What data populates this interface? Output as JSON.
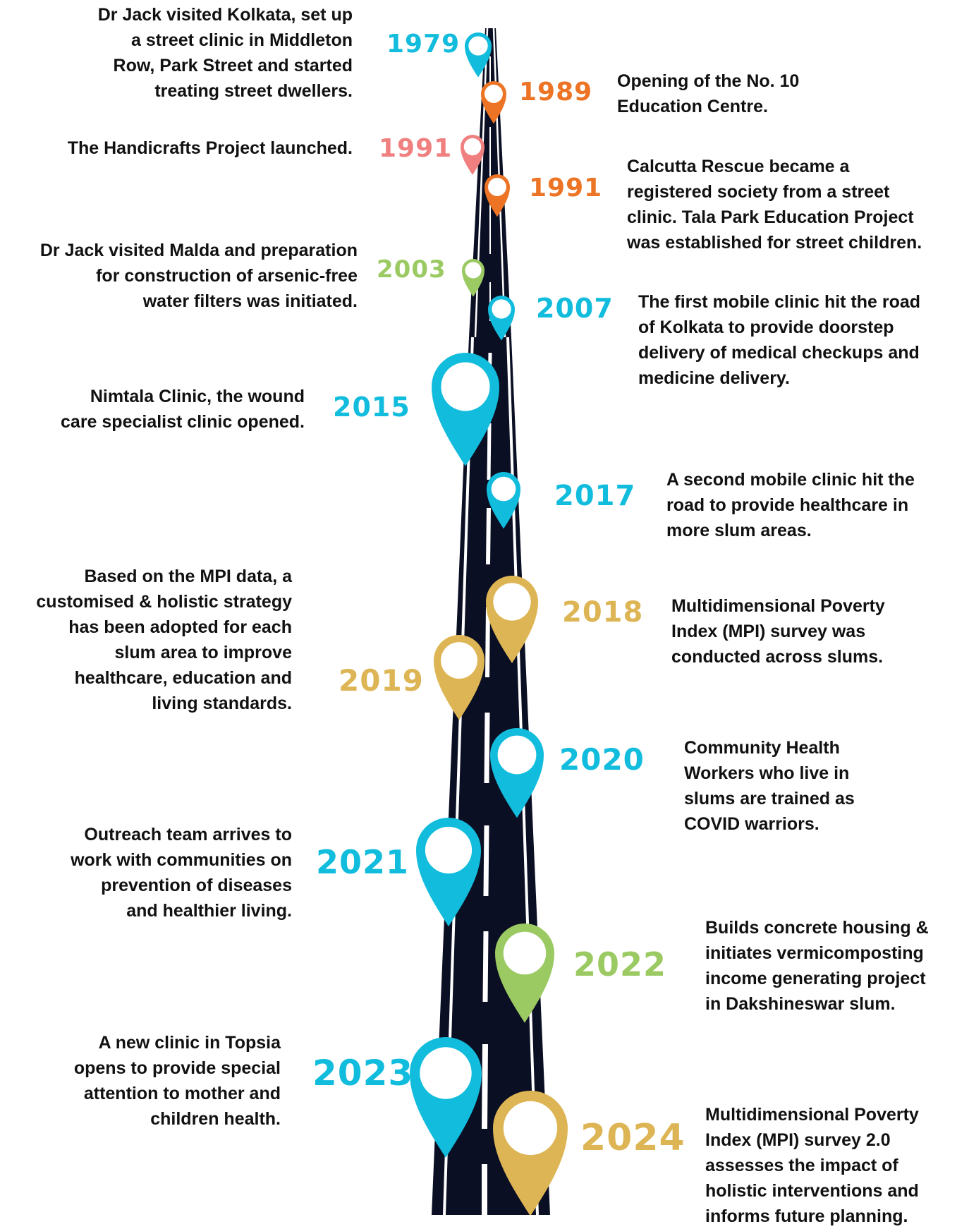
{
  "colors": {
    "road": "#0b0f24",
    "cyan": "#12bcdc",
    "orange": "#ec7424",
    "pink": "#f08080",
    "green": "#9bca63",
    "gold": "#ddb554"
  },
  "events": [
    {
      "year": "1979",
      "color": "cyan",
      "lines": [
        "Dr Jack visited Kolkata, set up",
        "a street clinic in Middleton",
        "Row, Park Street and started",
        "treating street dwellers."
      ]
    },
    {
      "year": "1989",
      "color": "orange",
      "lines": [
        "Opening of the No. 10",
        "Education Centre."
      ]
    },
    {
      "year": "1991",
      "color": "pink",
      "lines": [
        "The Handicrafts Project launched."
      ]
    },
    {
      "year": "1991",
      "color": "orange",
      "lines": [
        "Calcutta Rescue became a",
        "registered society from a street",
        "clinic. Tala Park Education Project",
        "was established for street children."
      ]
    },
    {
      "year": "2003",
      "color": "green",
      "lines": [
        "Dr Jack visited Malda and preparation",
        "for construction of arsenic-free",
        "water filters was initiated."
      ]
    },
    {
      "year": "2007",
      "color": "cyan",
      "lines": [
        "The first mobile clinic hit the road",
        "of Kolkata to provide doorstep",
        "delivery of medical checkups and",
        "medicine delivery."
      ]
    },
    {
      "year": "2015",
      "color": "cyan",
      "lines": [
        "Nimtala Clinic, the wound",
        "care specialist clinic opened."
      ]
    },
    {
      "year": "2017",
      "color": "cyan",
      "lines": [
        "A second mobile clinic hit the",
        "road to provide healthcare in",
        "more slum areas."
      ]
    },
    {
      "year": "2018",
      "color": "gold",
      "lines": [
        "Multidimensional Poverty",
        "Index (MPI) survey was",
        "conducted across slums."
      ]
    },
    {
      "year": "2019",
      "color": "gold",
      "lines": [
        "Based on the MPI data, a",
        "customised & holistic strategy",
        "has been adopted for each",
        "slum area to improve",
        "healthcare, education and",
        "living standards."
      ]
    },
    {
      "year": "2020",
      "color": "cyan",
      "lines": [
        "Community Health",
        "Workers who live in",
        "slums are trained as",
        "COVID warriors."
      ]
    },
    {
      "year": "2021",
      "color": "cyan",
      "lines": [
        "Outreach team arrives to",
        "work with communities on",
        "prevention of diseases",
        "and healthier living."
      ]
    },
    {
      "year": "2022",
      "color": "green",
      "lines": [
        "Builds concrete housing &",
        "initiates vermicomposting",
        "income generating project",
        "in Dakshineswar slum."
      ]
    },
    {
      "year": "2023",
      "color": "cyan",
      "lines": [
        "A new clinic in Topsia",
        "opens to provide special",
        "attention to mother and",
        "children health."
      ]
    },
    {
      "year": "2024",
      "color": "gold",
      "lines": [
        "Multidimensional Poverty",
        "Index (MPI) survey 2.0",
        "assesses the impact of",
        "holistic interventions and",
        "informs future planning."
      ]
    }
  ]
}
